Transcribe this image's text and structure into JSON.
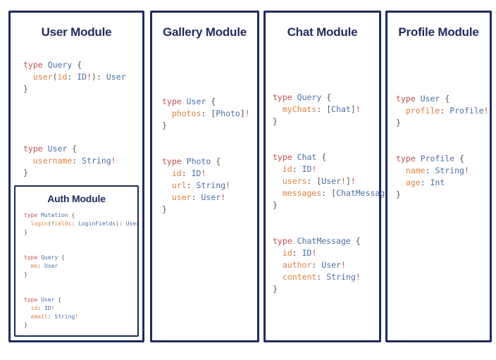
{
  "page": {
    "background": "#ffffff",
    "accent_color": "#1f2a5e",
    "keyword_color": "#c0504d",
    "type_color": "#4a6fa5",
    "field_color": "#e0813c",
    "punct_color": "#555555"
  },
  "panels": [
    {
      "id": "user",
      "title": "User Module",
      "code": "type Query {\n  user(id: ID!): User\n}\n\n\ntype User {\n  username: String!\n}",
      "lines": [
        "type Query {",
        "  user(id: ID!): User",
        "}",
        "",
        "",
        "type User {",
        "  username: String!",
        "}"
      ]
    },
    {
      "id": "auth",
      "title": "Auth Module",
      "code": "type Mutation {\n  login(fields: LoginFields): User\n}\n\ntype Query {\n  me: User\n}\n\ntype User {\n  id: ID!\n  email: String!\n}",
      "lines": [
        "type Mutation {",
        "  login(fields: LoginFields): User",
        "}",
        "",
        "type Query {",
        "  me: User",
        "}",
        "",
        "type User {",
        "  id: ID!",
        "  email: String!",
        "}"
      ]
    },
    {
      "id": "gallery",
      "title": "Gallery Module",
      "code": "type User {\n  photos: [Photo]!\n}\n\ntype Photo {\n  id: ID!\n  url: String!\n  user: User!\n}",
      "lines": [
        "type User {",
        "  photos: [Photo]!",
        "}",
        "",
        "type Photo {",
        "  id: ID!",
        "  url: String!",
        "  user: User!",
        "}"
      ]
    },
    {
      "id": "chat",
      "title": "Chat Module",
      "code": "type Query {\n  myChats: [Chat]!\n}\n\ntype Chat {\n  id: ID!\n  users: [User!]!\n  messages: [ChatMessage]!\n}\n\ntype ChatMessage {\n  id: ID!\n  author: User!\n  content: String!\n}",
      "lines": [
        "type Query {",
        "  myChats: [Chat]!",
        "}",
        "",
        "type Chat {",
        "  id: ID!",
        "  users: [User!]!",
        "  messages: [ChatMessage]!",
        "}",
        "",
        "type ChatMessage {",
        "  id: ID!",
        "  author: User!",
        "  content: String!",
        "}"
      ]
    },
    {
      "id": "profile",
      "title": "Profile Module",
      "code": "type User {\n  profile: Profile!\n}\n\ntype Profile {\n  name: String!\n  age: Int\n}",
      "lines": [
        "type User {",
        "  profile: Profile!",
        "}",
        "",
        "type Profile {",
        "  name: String!",
        "  age: Int",
        "}"
      ]
    }
  ]
}
